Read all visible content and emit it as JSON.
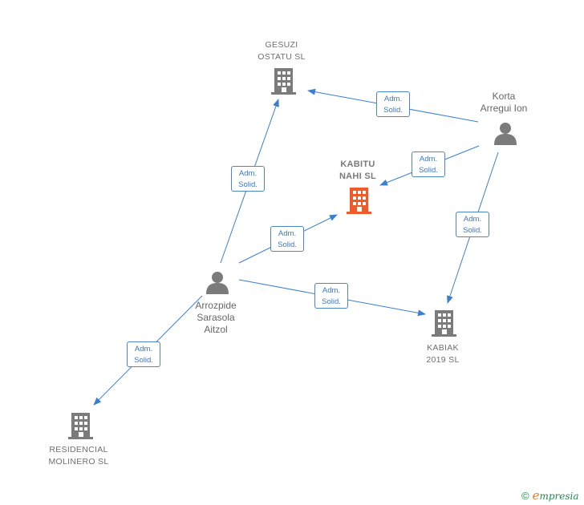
{
  "colors": {
    "edge": "#3a7fd0",
    "company": "#7b7b7b",
    "company_focus": "#ef5a28",
    "person": "#7b7b7b"
  },
  "nodes": {
    "gesuzi": {
      "label": "GESUZI\nOSTATU  SL",
      "type": "company",
      "icon": "building-icon"
    },
    "kabitu": {
      "label": "KABITU\nNAHI  SL",
      "type": "company-focus",
      "icon": "building-icon"
    },
    "kabiak": {
      "label": "KABIAK\n2019  SL",
      "type": "company",
      "icon": "building-icon"
    },
    "residencial": {
      "label": "RESIDENCIAL\nMOLINERO  SL",
      "type": "company",
      "icon": "building-icon"
    },
    "korta": {
      "label": "Korta\nArregui Ion",
      "type": "person",
      "icon": "person-icon"
    },
    "arrozpide": {
      "label": "Arrozpide\nSarasola\nAitzol",
      "type": "person",
      "icon": "person-icon"
    }
  },
  "edges": [
    {
      "from": "korta",
      "to": "gesuzi",
      "label_line1": "Adm.",
      "label_line2": "Solid."
    },
    {
      "from": "korta",
      "to": "kabitu",
      "label_line1": "Adm.",
      "label_line2": "Solid."
    },
    {
      "from": "korta",
      "to": "kabiak",
      "label_line1": "Adm.",
      "label_line2": "Solid."
    },
    {
      "from": "arrozpide",
      "to": "gesuzi",
      "label_line1": "Adm.",
      "label_line2": "Solid."
    },
    {
      "from": "arrozpide",
      "to": "kabitu",
      "label_line1": "Adm.",
      "label_line2": "Solid."
    },
    {
      "from": "arrozpide",
      "to": "kabiak",
      "label_line1": "Adm.",
      "label_line2": "Solid."
    },
    {
      "from": "arrozpide",
      "to": "residencial",
      "label_line1": "Adm.",
      "label_line2": "Solid."
    }
  ],
  "footer": {
    "copyright": "©",
    "brand_initial": "e",
    "brand_rest": "mpresia"
  }
}
